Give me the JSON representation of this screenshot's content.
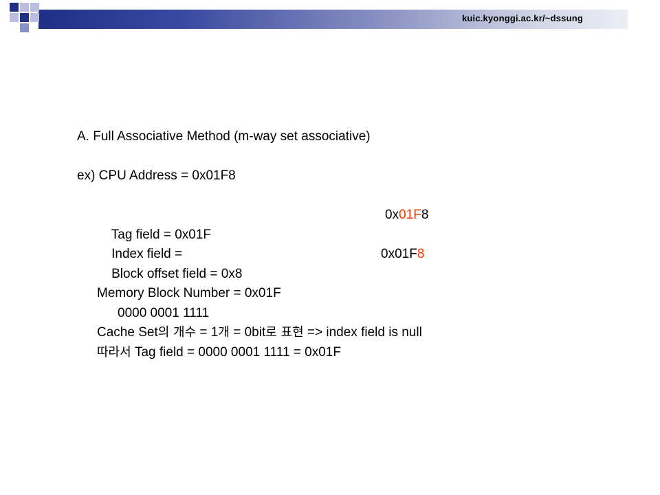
{
  "header": {
    "url": "kuic.kyonggi.ac.kr/~dssung",
    "colors": {
      "bar_start": "#1f2f86",
      "bar_end": "#eceef5",
      "accent_square": "#b9bde0"
    }
  },
  "slide": {
    "title": "A. Full Associative Method (m-way set associative)",
    "example": "ex) CPU Address = 0x01F8",
    "tag_field": "Tag field = 0x01F",
    "tag_hex": {
      "prefix": "0x",
      "highlight": "01F",
      "suffix": "8"
    },
    "index_field": "Index field =",
    "offset_field": "Block offset field = 0x8",
    "offset_hex": {
      "prefix": "0x01F",
      "highlight": "8"
    },
    "memory_block": "Memory Block Number = 0x01F",
    "binary": "0000 0001 1111",
    "cache_set": {
      "p1": "Cache Set",
      "k1": "의 개수",
      "p2": " = 1",
      "k2": "개",
      "p3": " = 0bit",
      "k3": "로 표현",
      "p4": " => index field is null"
    },
    "conclusion": {
      "k1": "따라서",
      "p1": " Tag field = 0000 0001 1111 = 0x01F"
    },
    "highlight_color": "#ff3300"
  }
}
